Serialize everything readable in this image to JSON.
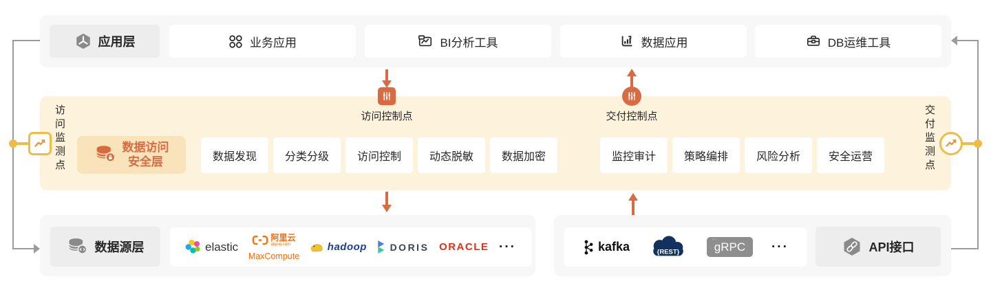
{
  "diagram": {
    "app_layer": {
      "title": "应用层",
      "items": [
        "业务应用",
        "BI分析工具",
        "数据应用",
        "DB运维工具"
      ]
    },
    "security_layer": {
      "title_line1": "数据访问",
      "title_line2": "安全层",
      "left_probe": "访问监测点",
      "right_probe": "交付监测点",
      "access_control_point": "访问控制点",
      "delivery_control_point": "交付控制点",
      "access_capabilities": [
        "数据发现",
        "分类分级",
        "访问控制",
        "动态脱敏",
        "数据加密"
      ],
      "delivery_capabilities": [
        "监控审计",
        "策略编排",
        "风险分析",
        "安全运营"
      ]
    },
    "source_layer": {
      "title": "数据源层",
      "vendors": {
        "elastic": "elastic",
        "aliyun_name": "阿里云",
        "aliyun_domain": "aliyun.com",
        "aliyun_product": "MaxCompute",
        "hadoop": "hadoop",
        "doris": "DORIS",
        "oracle": "ORACLE",
        "more": "···"
      }
    },
    "delivery_channels": {
      "api_title": "API接口",
      "vendors": {
        "kafka": "kafka",
        "rest": "{REST}",
        "grpc": "gRPC",
        "more": "···"
      }
    },
    "colors": {
      "accent_orange": "#D96B42",
      "accent_yellow": "#F0BC43",
      "band_cream": "#FDF3DD",
      "security_peach": "#F8E3BA",
      "line_gray": "#9B9B9B",
      "oracle_red": "#E0301E",
      "aliyun_orange": "#FF6A00",
      "rest_navy": "#12315E",
      "grpc_gray": "#8E8E8E"
    }
  }
}
